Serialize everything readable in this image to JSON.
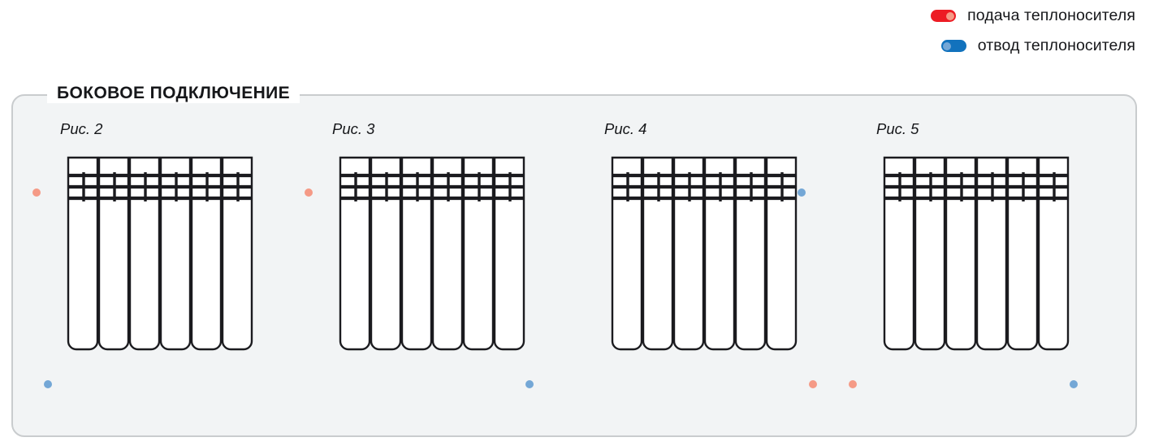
{
  "legend": {
    "items": [
      {
        "id": "supply",
        "label": "подача теплоносителя",
        "color": "#ed1c24",
        "knob": "right",
        "icon": "supply-pill-icon"
      },
      {
        "id": "return",
        "label": "отвод теплоносителя",
        "color": "#1272bd",
        "knob": "left",
        "icon": "return-pill-icon"
      }
    ]
  },
  "panel": {
    "title": "БОКОВОЕ ПОДКЛЮЧЕНИЕ",
    "background": "#f2f4f5",
    "border_color": "#c9ccce"
  },
  "figures": [
    {
      "id": "fig-2",
      "label": "Рис. 2",
      "sections": 6,
      "connections": [
        {
          "position": "top-left",
          "type": "supply",
          "knob": "right"
        },
        {
          "position": "bottom-left",
          "type": "return",
          "knob": "left"
        }
      ]
    },
    {
      "id": "fig-3",
      "label": "Рис. 3",
      "sections": 6,
      "connections": [
        {
          "position": "top-left",
          "type": "supply",
          "knob": "right"
        },
        {
          "position": "bottom-right",
          "type": "return",
          "knob": "right"
        }
      ]
    },
    {
      "id": "fig-4",
      "label": "Рис. 4",
      "sections": 6,
      "connections": [
        {
          "position": "top-right",
          "type": "return",
          "knob": "right"
        },
        {
          "position": "bottom-right",
          "type": "supply",
          "knob": "left"
        }
      ]
    },
    {
      "id": "fig-5",
      "label": "Рис. 5",
      "sections": 6,
      "connections": [
        {
          "position": "bottom-left",
          "type": "supply",
          "knob": "right"
        },
        {
          "position": "bottom-right",
          "type": "return",
          "knob": "right"
        }
      ]
    }
  ],
  "colors": {
    "supply": "#ed1c24",
    "supply_knob": "#f59a86",
    "return": "#1272bd",
    "return_knob": "#74a7d6",
    "radiator_outline": "#1b1b1f",
    "text": "#16171a"
  }
}
